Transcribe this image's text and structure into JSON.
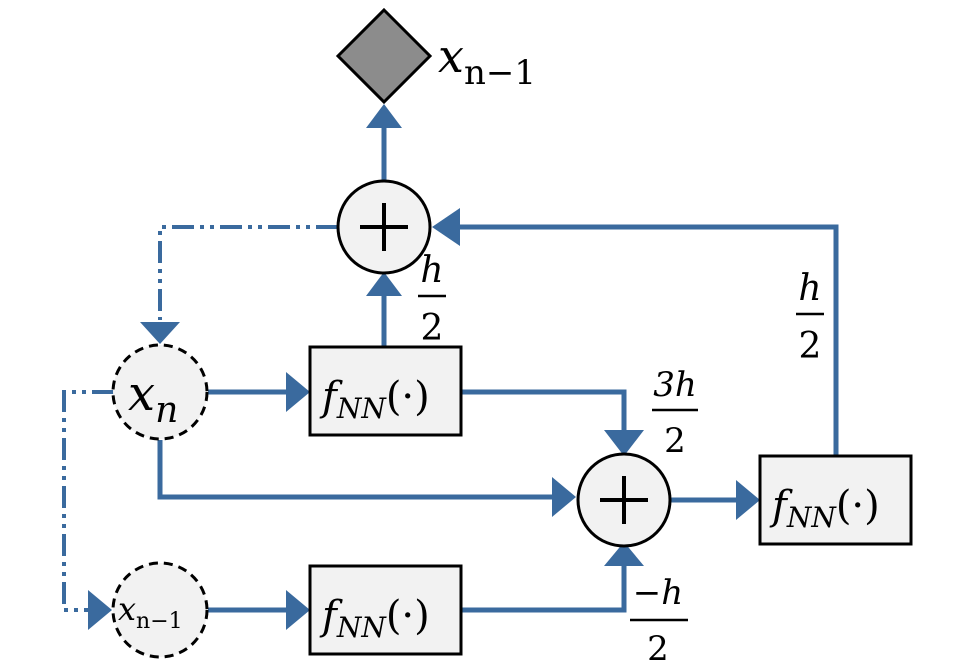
{
  "nodes": {
    "output": {
      "main": "x",
      "sub": "n−1"
    },
    "xn": {
      "main": "x",
      "sub": "n"
    },
    "xprev": {
      "main": "x",
      "sub": "n−1"
    },
    "fnn": {
      "main": "f",
      "sub": "NN",
      "arg": "(·)"
    }
  },
  "weights": {
    "top_add_num": "h",
    "top_add_den": "2",
    "right_num": "h",
    "right_den": "2",
    "mid_top_num": "3h",
    "mid_top_den": "2",
    "mid_bottom_num": "−h",
    "mid_bottom_den": "2"
  },
  "colors": {
    "edge": "#3a6a9e",
    "node_fill": "#f2f2f2",
    "diamond_fill": "#8c8c8c"
  }
}
